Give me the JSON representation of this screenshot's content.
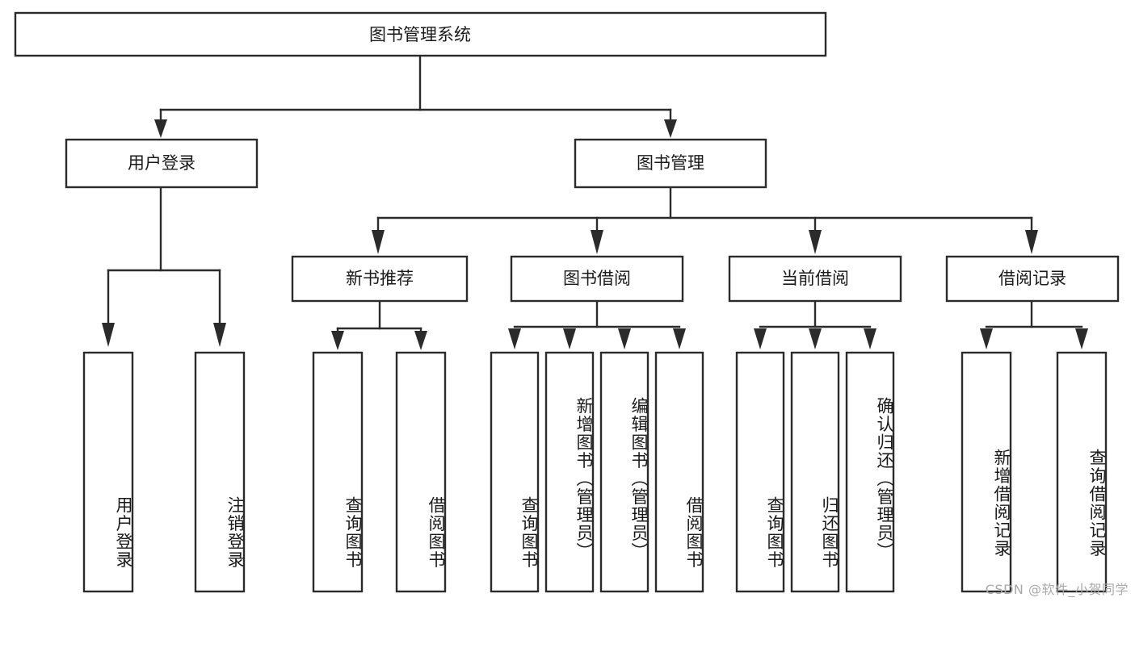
{
  "diagram": {
    "title": "图书管理系统",
    "type": "tree-hierarchy-diagram",
    "colors": {
      "stroke": "#2b2b2b",
      "fill": "#ffffff",
      "text": "#1a1a1a",
      "watermark": "#a9a9a9"
    },
    "root": {
      "label": "图书管理系统"
    },
    "level2": [
      {
        "label": "用户登录"
      },
      {
        "label": "图书管理"
      }
    ],
    "level3": [
      {
        "label": "新书推荐"
      },
      {
        "label": "图书借阅"
      },
      {
        "label": "当前借阅"
      },
      {
        "label": "借阅记录"
      }
    ],
    "leaves": {
      "user_login": [
        {
          "label": "用户登录"
        },
        {
          "label": "注销登录"
        }
      ],
      "new_book_recommend": [
        {
          "label": "查询图书"
        },
        {
          "label": "借阅图书"
        }
      ],
      "book_borrow": [
        {
          "label": "查询图书"
        },
        {
          "label": "新增图书（管理员）"
        },
        {
          "label": "编辑图书（管理员）"
        },
        {
          "label": "借阅图书"
        }
      ],
      "current_borrow": [
        {
          "label": "查询图书"
        },
        {
          "label": "归还图书"
        },
        {
          "label": "确认归还（管理员）"
        }
      ],
      "borrow_record": [
        {
          "label": "新增借阅记录"
        },
        {
          "label": "查询借阅记录"
        }
      ]
    }
  },
  "watermark": {
    "text": "CSDN @软件_小贺同学"
  }
}
